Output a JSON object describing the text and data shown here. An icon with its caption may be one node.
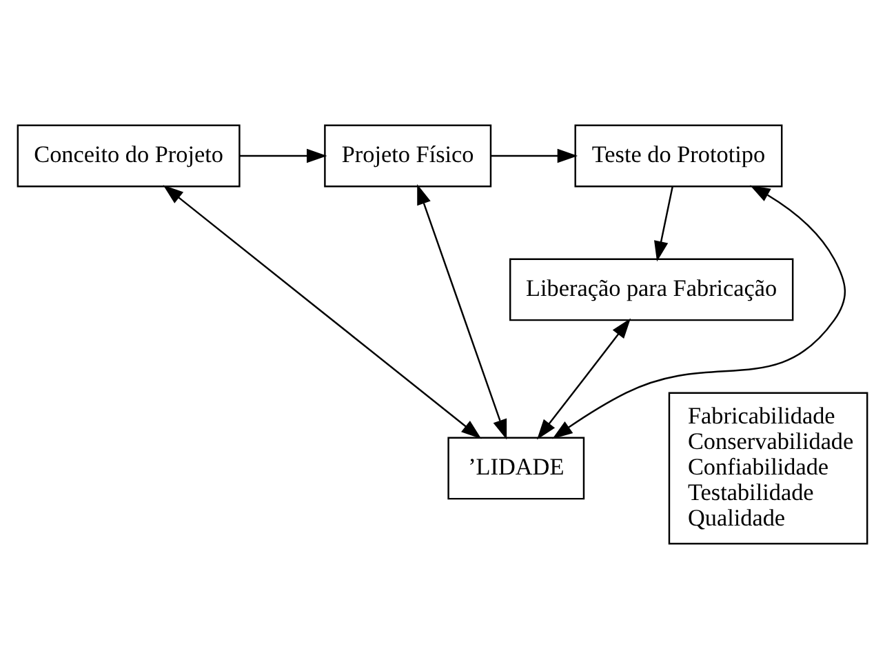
{
  "diagram": {
    "nodes": [
      {
        "text": [
          "Conceito do Projeto"
        ]
      },
      {
        "text": [
          "Projeto Físico"
        ]
      },
      {
        "text": [
          "Teste do Prototipo"
        ]
      },
      {
        "text": [
          "Liberação para Fabricação"
        ]
      },
      {
        "text": [
          "’LIDADE"
        ]
      },
      {
        "text": [
          "Fabricabilidade",
          "Conservabilidade",
          "Confiabilidade",
          "Testabilidade",
          "Qualidade"
        ]
      }
    ],
    "edges": [
      {
        "from": 0,
        "to": 1,
        "arrow": "to"
      },
      {
        "from": 1,
        "to": 2,
        "arrow": "to"
      },
      {
        "from": 2,
        "to": 3,
        "arrow": "to"
      },
      {
        "from": 0,
        "to": 4,
        "arrow": "both"
      },
      {
        "from": 1,
        "to": 4,
        "arrow": "both"
      },
      {
        "from": 2,
        "to": 4,
        "arrow": "both"
      },
      {
        "from": 3,
        "to": 4,
        "arrow": "both"
      }
    ]
  }
}
